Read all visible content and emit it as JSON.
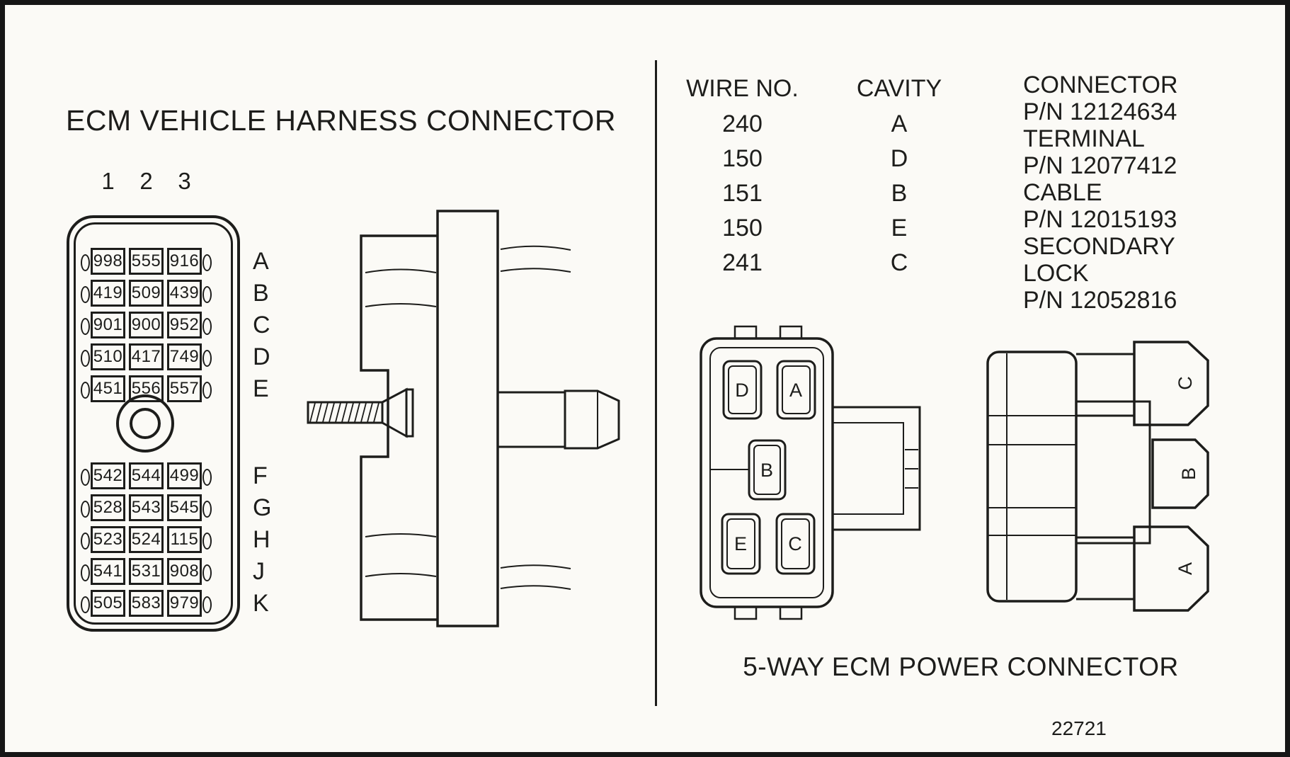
{
  "title": "ECM VEHICLE HARNESS CONNECTOR",
  "connector_face": {
    "column_labels": [
      "1",
      "2",
      "3"
    ],
    "rows": [
      {
        "label": "A",
        "values": [
          "998",
          "555",
          "916"
        ]
      },
      {
        "label": "B",
        "values": [
          "419",
          "509",
          "439"
        ]
      },
      {
        "label": "C",
        "values": [
          "901",
          "900",
          "952"
        ]
      },
      {
        "label": "D",
        "values": [
          "510",
          "417",
          "749"
        ]
      },
      {
        "label": "E",
        "values": [
          "451",
          "556",
          "557"
        ]
      },
      {
        "label": "F",
        "values": [
          "542",
          "544",
          "499"
        ]
      },
      {
        "label": "G",
        "values": [
          "528",
          "543",
          "545"
        ]
      },
      {
        "label": "H",
        "values": [
          "523",
          "524",
          "115"
        ]
      },
      {
        "label": "J",
        "values": [
          "541",
          "531",
          "908"
        ]
      },
      {
        "label": "K",
        "values": [
          "505",
          "583",
          "979"
        ]
      }
    ]
  },
  "wire_table": {
    "col1_header": "WIRE NO.",
    "col2_header": "CAVITY",
    "rows": [
      {
        "wire": "240",
        "cavity": "A"
      },
      {
        "wire": "150",
        "cavity": "D"
      },
      {
        "wire": "151",
        "cavity": "B"
      },
      {
        "wire": "150",
        "cavity": "E"
      },
      {
        "wire": "241",
        "cavity": "C"
      }
    ]
  },
  "parts": {
    "lines": [
      "CONNECTOR",
      "P/N 12124634",
      "TERMINAL",
      "P/N 12077412",
      "CABLE",
      "P/N 12015193",
      "SECONDARY",
      "LOCK",
      "P/N 12052816"
    ]
  },
  "power_connector": {
    "caption": "5-WAY ECM POWER CONNECTOR",
    "front_cavities": {
      "top_left": "D",
      "top_right": "A",
      "middle": "B",
      "bottom_left": "E",
      "bottom_right": "C"
    },
    "side_labels": {
      "top": "C",
      "middle": "B",
      "bottom": "A"
    }
  },
  "figure_number": "22721",
  "colors": {
    "ink": "#1d1d1b",
    "paper": "#fbfaf6"
  }
}
